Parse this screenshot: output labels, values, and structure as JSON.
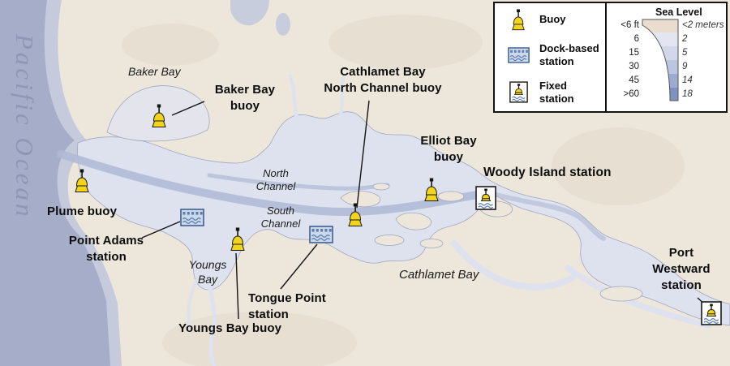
{
  "theme": {
    "buoy_yellow": "#f2d41b",
    "ocean_deep": "#a6adc9",
    "ocean_shallow": "#c5cbdc",
    "land": "#ece6db",
    "estuary": "#dee2ee",
    "bay": "#e3e4ec",
    "channel": "#afb9d5",
    "inlet": "#c8cdde",
    "station_blue": "#ccd9ea",
    "wave_blue": "#5b7db0",
    "ocean_text": "#8d96b4"
  },
  "map": {
    "ocean_label": "Pacific Ocean",
    "geo_labels": {
      "baker_bay": "Baker Bay",
      "north_channel": "North\nChannel",
      "south_channel": "South\nChannel",
      "youngs_bay": "Youngs\nBay",
      "cathlamet_bay": "Cathlamet Bay"
    },
    "markers": {
      "baker_bay_buoy": {
        "label": "Baker Bay\nbuoy",
        "type": "buoy"
      },
      "plume_buoy": {
        "label": "Plume buoy",
        "type": "buoy"
      },
      "point_adams_station": {
        "label": "Point Adams\nstation",
        "type": "dock-based station"
      },
      "youngs_bay_buoy": {
        "label": "Youngs Bay buoy",
        "type": "buoy"
      },
      "tongue_point_station": {
        "label": "Tongue Point\nstation",
        "type": "dock-based station"
      },
      "cathlamet_bay_north_channel_buoy": {
        "label": "Cathlamet Bay\nNorth Channel buoy",
        "type": "buoy"
      },
      "elliot_bay_buoy": {
        "label": "Elliot Bay\nbuoy",
        "type": "buoy"
      },
      "woody_island_station": {
        "label": "Woody Island station",
        "type": "fixed station"
      },
      "port_westward_station": {
        "label": "Port\nWestward\nstation",
        "type": "fixed station"
      }
    }
  },
  "legend": {
    "items": [
      {
        "label": "Buoy",
        "icon": "buoy-icon"
      },
      {
        "label": "Dock-based\nstation",
        "icon": "dock-station-icon"
      },
      {
        "label": "Fixed\nstation",
        "icon": "fixed-station-icon"
      }
    ],
    "sea_level": {
      "title": "Sea Level",
      "feet": [
        "<6 ft",
        "6",
        "15",
        "30",
        "45",
        ">60"
      ],
      "meters": [
        "<2 meters",
        "2",
        "5",
        "9",
        "14",
        "18"
      ],
      "colors": [
        "#e8ddcf",
        "#e3e6f0",
        "#d2d8e9",
        "#bac5df",
        "#9cacd1",
        "#7e93c0"
      ]
    }
  }
}
